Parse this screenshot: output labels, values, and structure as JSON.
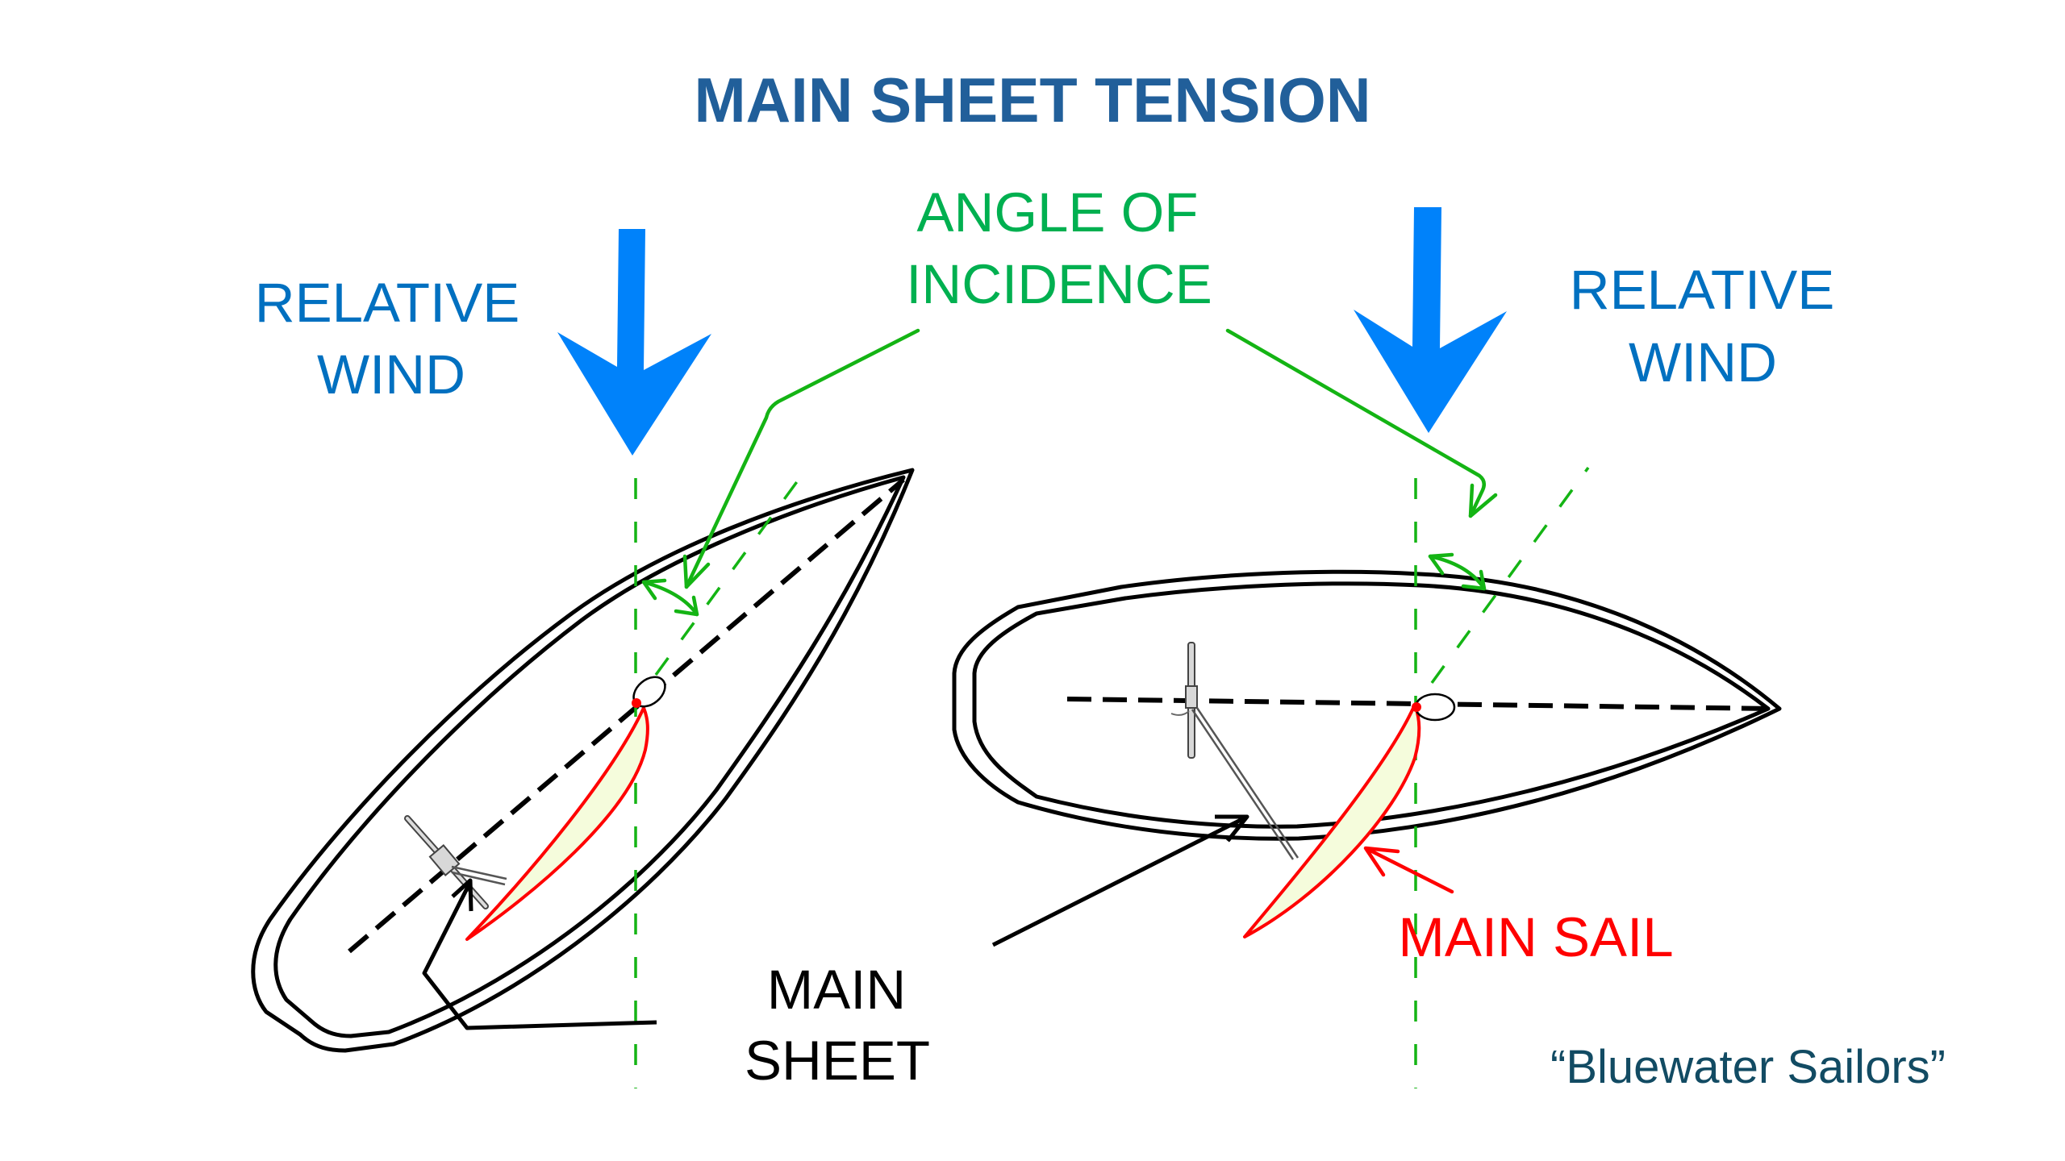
{
  "title": "MAIN SHEET TENSION",
  "labels": {
    "relative_wind_left": [
      "RELATIVE",
      "WIND"
    ],
    "relative_wind_right": [
      "RELATIVE",
      "WIND"
    ],
    "angle_of_incidence": [
      "ANGLE OF",
      "INCIDENCE"
    ],
    "main_sheet": [
      "MAIN",
      "SHEET"
    ],
    "main_sail": "MAIN SAIL",
    "credit": "“Bluewater Sailors”"
  },
  "colors": {
    "title": "#215F9A",
    "wind_arrow": "#0082FA",
    "wind_label": "#0070C0",
    "angle": "#00B050",
    "angle_lines": "#14B414",
    "sail_stroke": "#FF0000",
    "sail_fill": "#F5FCDC",
    "main_sheet_label": "#000000",
    "credit": "#124B63"
  },
  "panels": [
    {
      "name": "sheet-eased",
      "description": "Left boat: sheet eased, boom out, larger angle of incidence"
    },
    {
      "name": "sheet-tensioned",
      "description": "Right boat: sheet pulled in, boom centered, smaller angle of incidence"
    }
  ]
}
